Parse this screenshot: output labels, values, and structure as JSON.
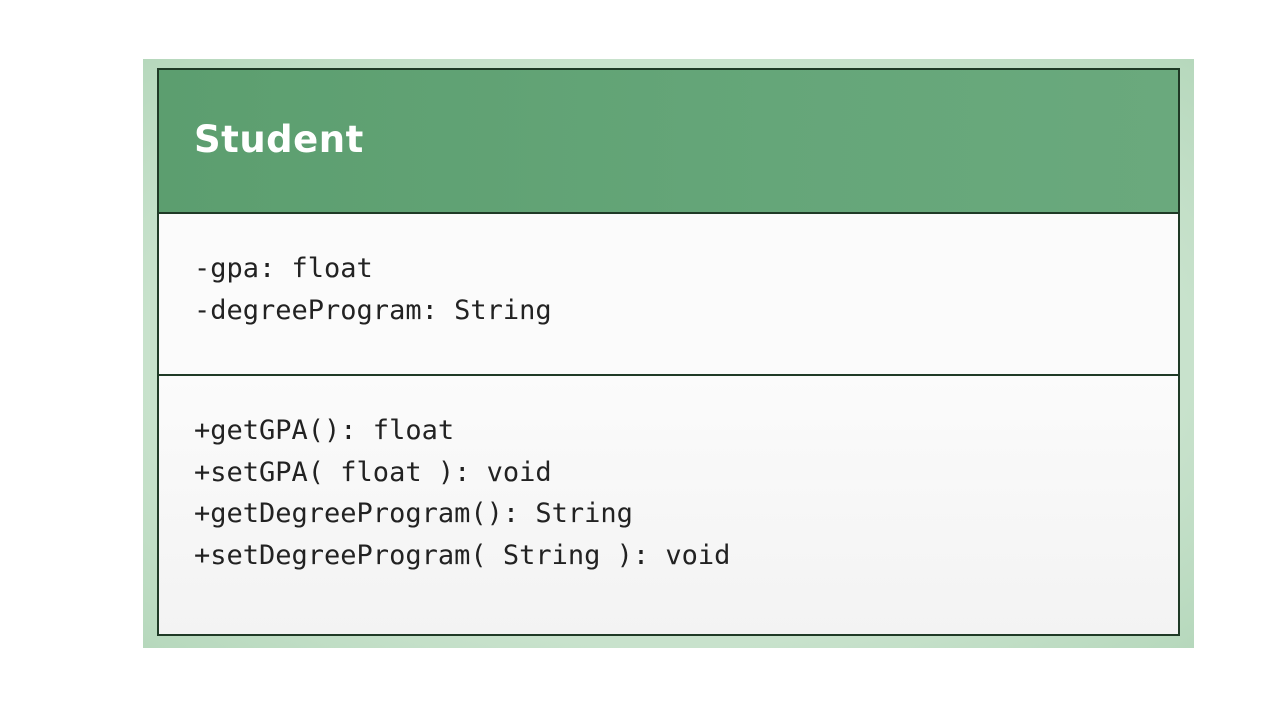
{
  "uml_class": {
    "name": "Student",
    "attributes": [
      "-gpa: float",
      "-degreeProgram: String"
    ],
    "methods": [
      "+getGPA(): float",
      "+setGPA( float ): void",
      "+getDegreeProgram(): String",
      "+setDegreeProgram( String ): void"
    ]
  },
  "colors": {
    "header_fill": "#65a679",
    "border": "#1f3a26",
    "frame_glow": "#c8e2cc",
    "body_fill": "#fafafa"
  }
}
